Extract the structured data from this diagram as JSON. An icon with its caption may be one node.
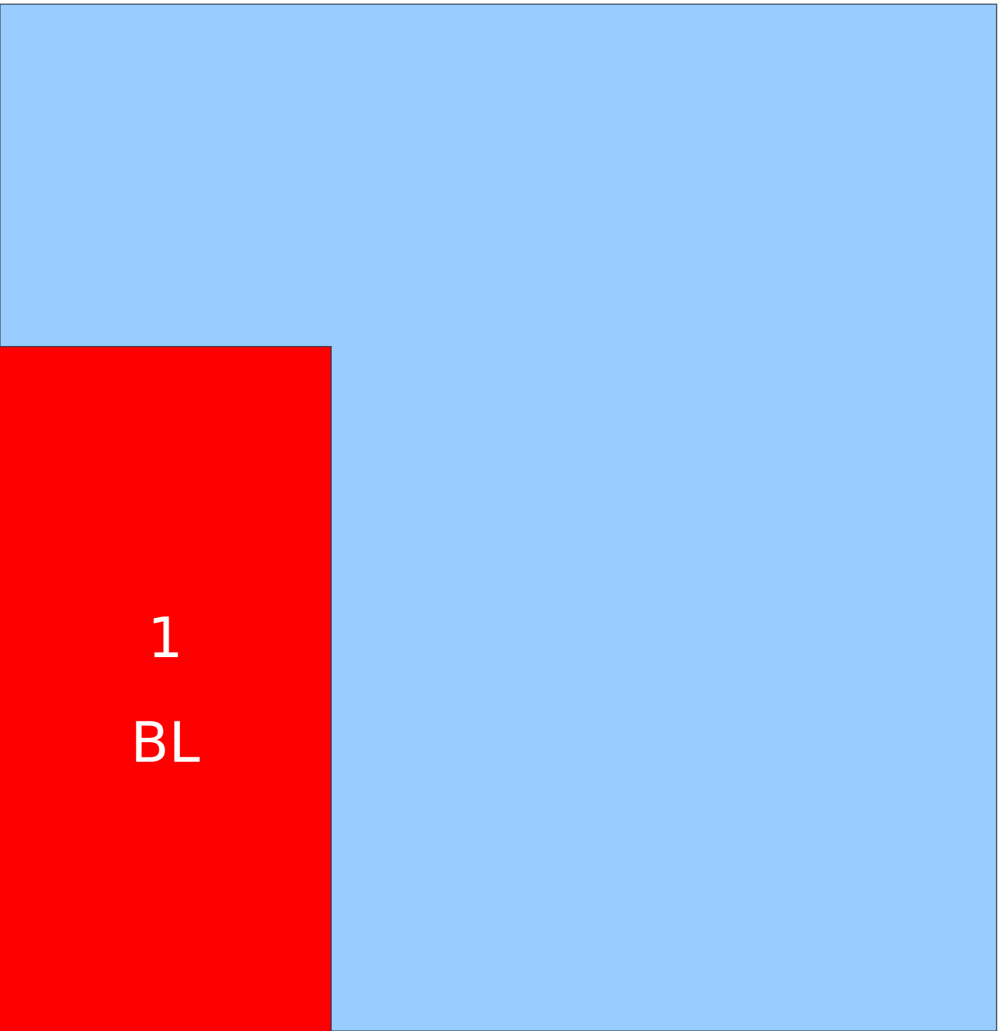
{
  "diagram": {
    "nodes": [
      {
        "text": [],
        "shape": "box"
      },
      {
        "text": [
          "1",
          "BL"
        ],
        "in": 0
      }
    ]
  }
}
